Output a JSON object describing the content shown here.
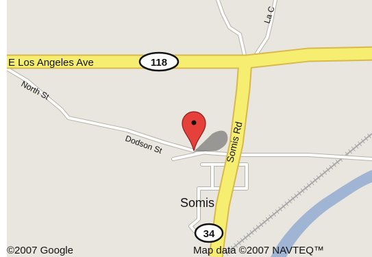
{
  "map": {
    "places": {
      "town": "Somis"
    },
    "streets": {
      "los_angeles_ave": "E Los Angeles Ave",
      "north_st": "North St",
      "dodson_st": "Dodson St",
      "somis_rd": "Somis Rd",
      "la_road_partial": "La C"
    },
    "route_shields": {
      "highway_118": "118",
      "highway_34": "34"
    },
    "attribution": {
      "google": "©2007 Google",
      "map_data": "Map data ©2007 NAVTEQ™"
    },
    "marker": {
      "icon": "map-pin-icon",
      "color": "#e6403a"
    },
    "colors": {
      "highway": "#f6ee71",
      "highway_edge": "#d9b84a",
      "land": "#e9e6df",
      "water": "#9fb5d3",
      "street": "#ffffff"
    }
  }
}
